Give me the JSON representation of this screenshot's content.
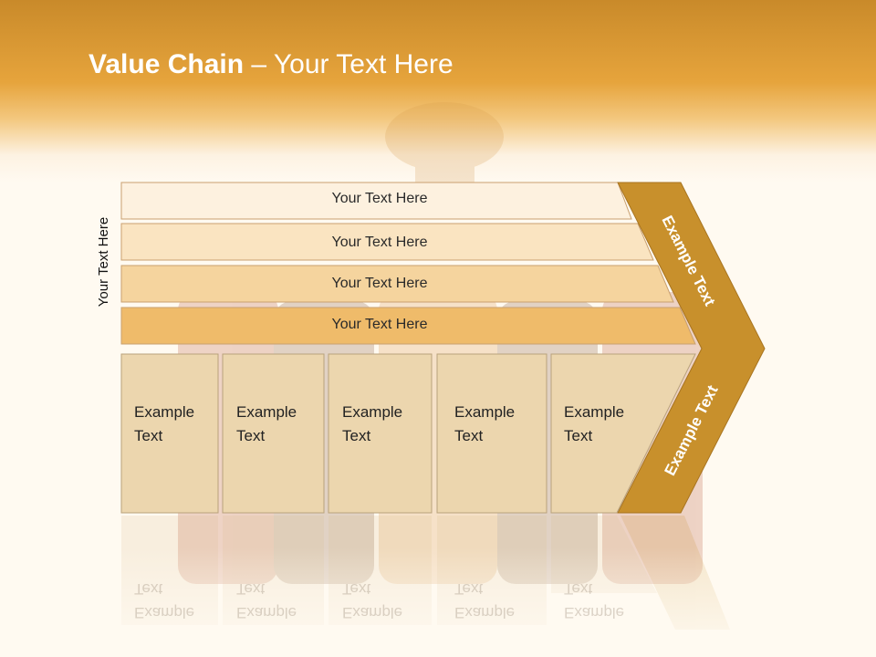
{
  "slide": {
    "title_bold": "Value Chain",
    "title_rest": " – Your Text Here"
  },
  "diagram": {
    "side_label": "Your Text Here",
    "bars": [
      {
        "label": "Your Text Here"
      },
      {
        "label": "Your Text Here"
      },
      {
        "label": "Your Text Here"
      },
      {
        "label": "Your Text Here"
      }
    ],
    "boxes": [
      {
        "line1": "Example",
        "line2": "Text"
      },
      {
        "line1": "Example",
        "line2": "Text"
      },
      {
        "line1": "Example",
        "line2": "Text"
      },
      {
        "line1": "Example",
        "line2": "Text"
      },
      {
        "line1": "Example",
        "line2": "Text"
      }
    ],
    "chevron_top_label": "Example Text",
    "chevron_bottom_label": "Example Text"
  },
  "colors": {
    "header": "#e6a43c",
    "chevron": "#c8902c",
    "box_fill": "#ecd6ae",
    "bar1": "#fdf1df",
    "bar2": "#fae4c1",
    "bar3": "#f5d49e",
    "bar4": "#efbb6a"
  }
}
